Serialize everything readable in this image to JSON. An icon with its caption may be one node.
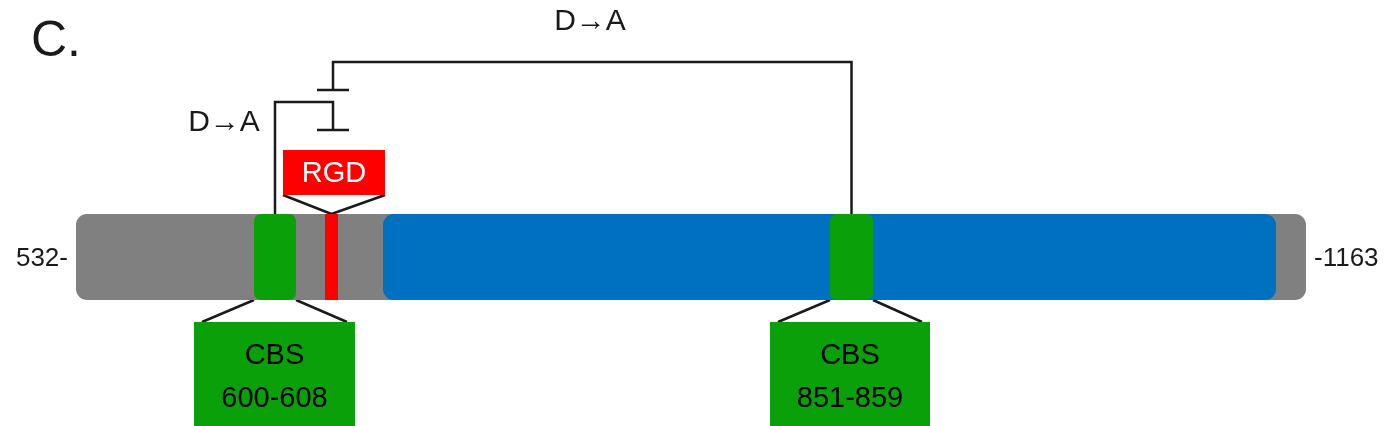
{
  "diagram": {
    "title": "C.",
    "nodes": [
      {
        "text": [
          "RGD"
        ]
      },
      {
        "text": [],
        "shape": "bar",
        "beside": [
          "532-",
          "-1163"
        ]
      },
      {
        "text": [],
        "shape": "box",
        "in": 1
      },
      {
        "text": [],
        "shape": "band",
        "in": 1
      },
      {
        "text": [],
        "shape": "bar",
        "in": 1
      },
      {
        "text": [],
        "shape": "box",
        "in": 4
      },
      {
        "text": [
          "CBS",
          "600-608"
        ]
      },
      {
        "text": [
          "CBS",
          "851-859"
        ]
      }
    ],
    "edges": [
      {
        "from": 5,
        "to": null,
        "arrow": "other",
        "label": "D→A"
      },
      {
        "from": 2,
        "to": 0,
        "arrow": "other",
        "label": "D→A"
      },
      {
        "from": 0,
        "to": 3,
        "arrow": "none"
      },
      {
        "from": 2,
        "to": 6,
        "arrow": "none"
      },
      {
        "from": 5,
        "to": 7,
        "arrow": "none"
      }
    ]
  }
}
